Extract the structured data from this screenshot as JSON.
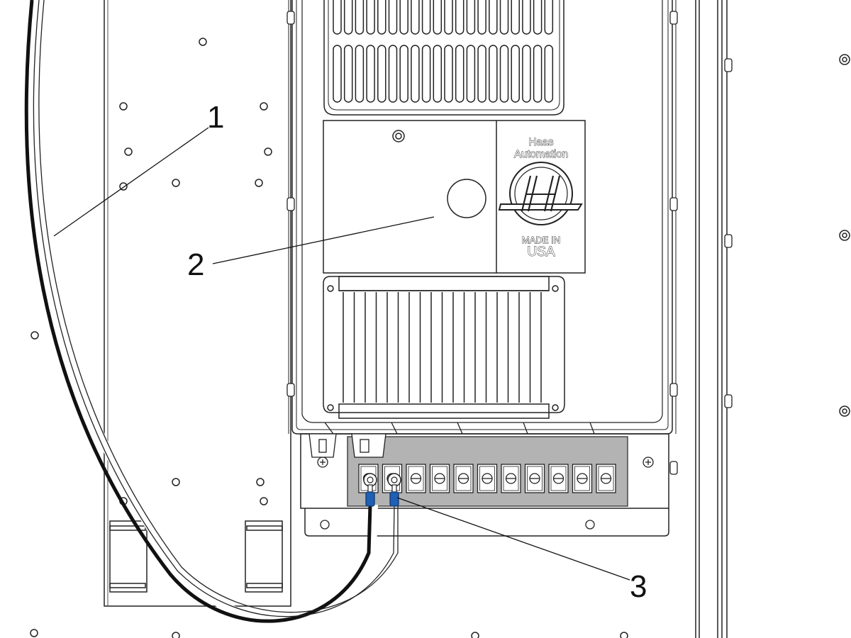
{
  "callouts": {
    "c1": "1",
    "c2": "2",
    "c3": "3"
  },
  "label": {
    "line1": "Haas",
    "line2": "Automation",
    "line3": "MADE IN",
    "line4": "USA"
  },
  "colors": {
    "terminal_strip": "#b3b3b3",
    "crimp_terminal": "#1f5fb4",
    "line": "#111111",
    "background": "#ffffff"
  },
  "terminal_count": 11
}
